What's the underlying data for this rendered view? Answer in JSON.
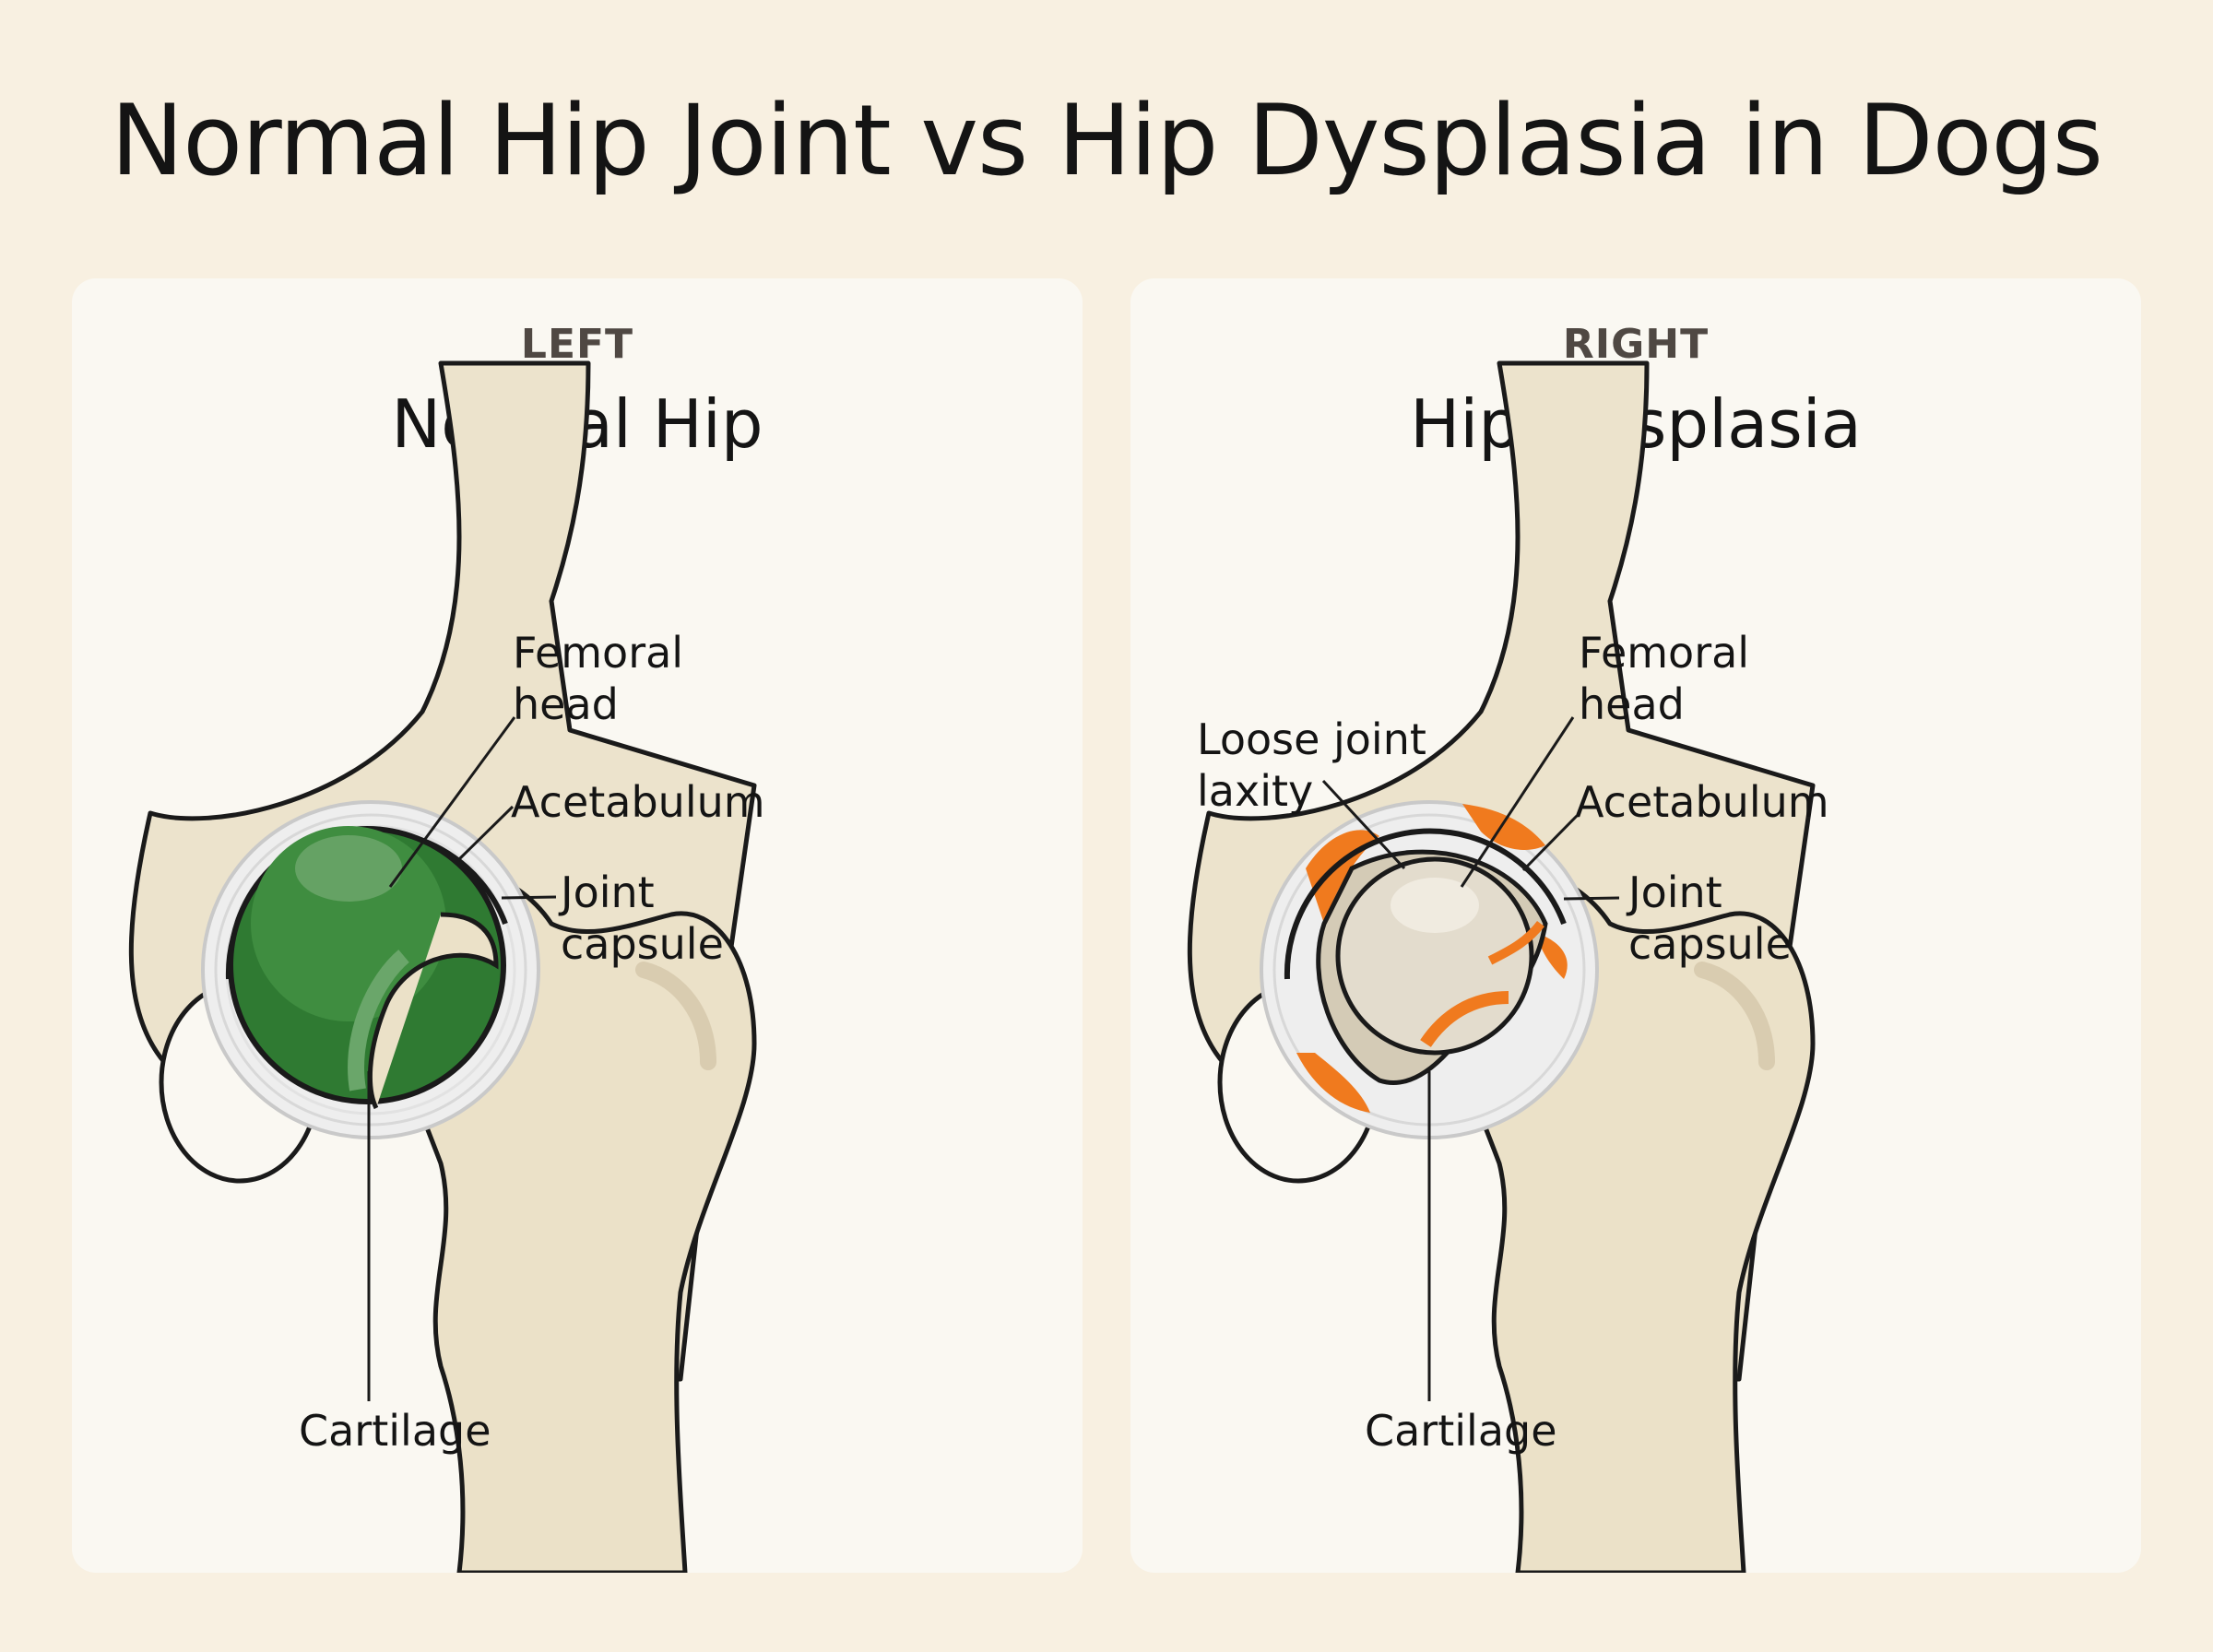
{
  "title": "Normal Hip Joint vs Hip Dysplasia in Dogs",
  "colors": {
    "background": "#f8f0e1",
    "panel": "#faf8f2",
    "bone": "#ece3cc",
    "outline": "#1a1a1a",
    "healthy_cartilage": "#2f7a32",
    "inflammation": "#f07a1e"
  },
  "panels": {
    "left": {
      "kicker": "LEFT",
      "title": "Normal Hip",
      "labels": {
        "femoral_head": "Femoral\nhead",
        "acetabulum": "Acetabulum",
        "joint_capsule": "Joint\ncapsule",
        "cartilage": "Cartilage"
      }
    },
    "right": {
      "kicker": "RIGHT",
      "title": "Hip Dysplasia",
      "labels": {
        "loose_joint": "Loose joint\nlaxity",
        "femoral_head": "Femoral\nhead",
        "acetabulum": "Acetabulum",
        "joint_capsule": "Joint\ncapsule",
        "cartilage": "Cartilage"
      }
    }
  }
}
